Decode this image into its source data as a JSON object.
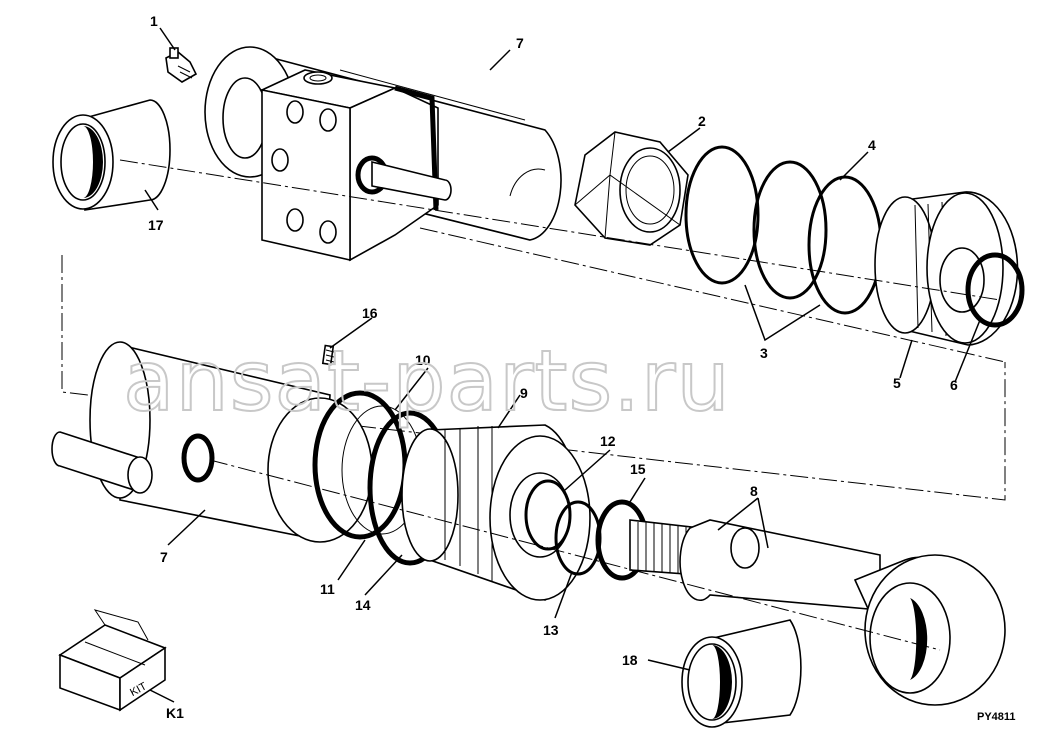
{
  "figure_code": "PY4811",
  "watermark": "ansat-parts.ru",
  "kit_box_text": "KIT",
  "callouts": {
    "c1": "1",
    "c2": "2",
    "c3": "3",
    "c4": "4",
    "c5": "5",
    "c6": "6",
    "c7a": "7",
    "c7b": "7",
    "c8": "8",
    "c9": "9",
    "c10": "10",
    "c11": "11",
    "c12": "12",
    "c13": "13",
    "c14": "14",
    "c15": "15",
    "c16": "16",
    "c17": "17",
    "c18": "18",
    "k1": "K1"
  }
}
